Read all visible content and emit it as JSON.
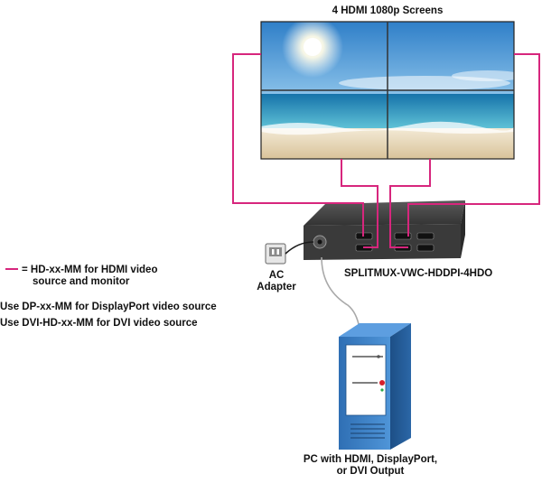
{
  "title": "4 HDMI 1080p Screens",
  "device_label": "SPLITMUX-VWC-HDDPI-4HDO",
  "adapter_label": [
    "AC",
    "Adapter"
  ],
  "legend": {
    "line_color": "#d7267d",
    "line1": "= HD-xx-MM for HDMI video",
    "line2": "source and monitor"
  },
  "notes": [
    "Use DP-xx-MM for DisplayPort video source",
    "Use DVI-HD-xx-MM for DVI video source"
  ],
  "pc_label": [
    "PC with HDMI, DisplayPort,",
    "or DVI Output"
  ],
  "colors": {
    "cable": "#d7267d",
    "device": "#3b3b3b",
    "pc_body": "#3b7fc4",
    "sky": "#4f9fd9",
    "sea": "#1f86b8",
    "sand": "#e8d8b8"
  },
  "icons": [
    "sun-icon",
    "power-plug-icon",
    "power-jack-icon"
  ]
}
